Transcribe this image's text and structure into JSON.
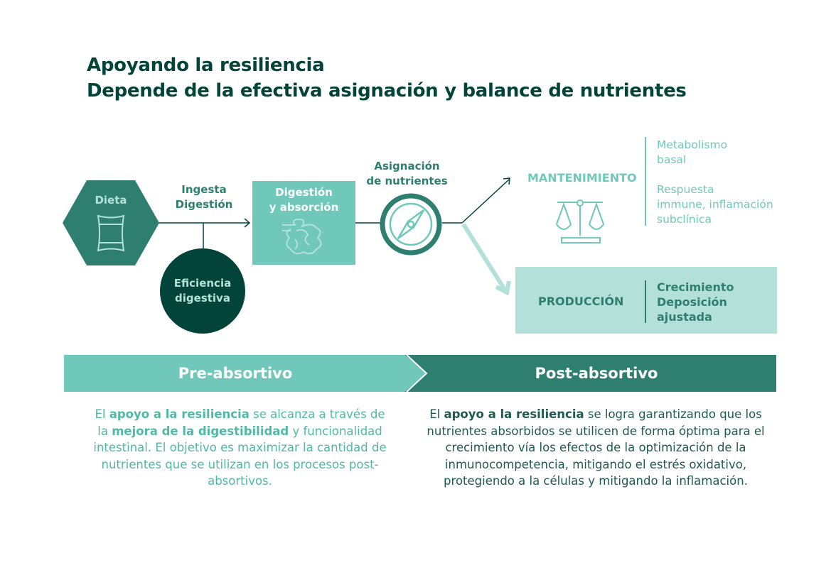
{
  "title": {
    "line1": "Apoyando la resiliencia",
    "line2": "Depende de la efectiva asignación y balance de nutrientes"
  },
  "nodes": {
    "dieta": "Dieta",
    "ingesta": [
      "Ingesta",
      "Digestión"
    ],
    "eficiencia": [
      "Eficiencia",
      "digestiva"
    ],
    "digestion": [
      "Digestión",
      "y absorción"
    ],
    "asignacion": [
      "Asignación",
      "de nutrientes"
    ],
    "mantenimiento": "MANTENIMIENTO",
    "mantenimiento_items": [
      "Metabolismo",
      "basal",
      "Respuesta",
      "immune, inflamación",
      "subclínica"
    ],
    "produccion": "PRODUCCIÓN",
    "produccion_items": [
      "Crecimiento",
      "Deposición",
      "ajustada"
    ]
  },
  "phases": {
    "pre": "Pre-absortivo",
    "post": "Post-absortivo"
  },
  "pre_text": {
    "s1": "El ",
    "b1": "apoyo a la resiliencia",
    "s2": " se alcanza a través de la ",
    "b2": "mejora de la digestibilidad",
    "s3": " y funcionalidad intestinal. El objetivo es maximizar la cantidad de nutrientes que se utilizan en los procesos post-absortivos."
  },
  "post_text": {
    "s1": "El ",
    "b1": "apoyo a la resiliencia",
    "s2": " se logra garantizando que los nutrientes absorbidos se utilicen de forma óptima para el crecimiento vía los efectos de la optimización de la inmunocompetencia, mitigando el estrés oxidativo, protegiendo a la células y mitigando la inflamación."
  },
  "colors": {
    "dark": "#03443a",
    "mid": "#2e7f6f",
    "light": "#6fc8ba",
    "pale": "#b3e0d9"
  }
}
